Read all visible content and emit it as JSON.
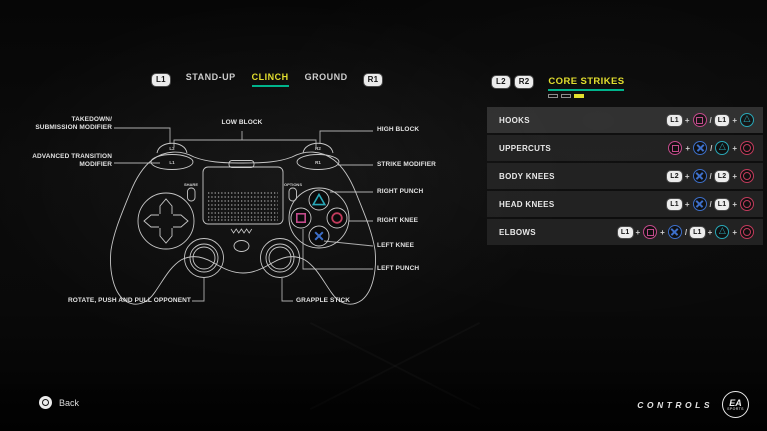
{
  "tabs": {
    "prev_hint": "L1",
    "next_hint": "R1",
    "items": [
      {
        "label": "STAND-UP",
        "active": false
      },
      {
        "label": "CLINCH",
        "active": true
      },
      {
        "label": "GROUND",
        "active": false
      }
    ]
  },
  "panel": {
    "prev_hint": "L2",
    "next_hint": "R2",
    "title": "CORE STRIKES",
    "pages": {
      "count": 3,
      "active_index": 2
    },
    "separators": {
      "plus": "+",
      "alt": "/"
    },
    "rows": [
      {
        "label": "HOOKS",
        "combo": [
          {
            "type": "pill",
            "label": "L1"
          },
          {
            "type": "plus"
          },
          {
            "type": "btn",
            "button": "square"
          },
          {
            "type": "slash"
          },
          {
            "type": "pill",
            "label": "L1"
          },
          {
            "type": "plus"
          },
          {
            "type": "btn",
            "button": "triangle"
          }
        ]
      },
      {
        "label": "UPPERCUTS",
        "combo": [
          {
            "type": "btn",
            "button": "square"
          },
          {
            "type": "plus"
          },
          {
            "type": "btn",
            "button": "cross"
          },
          {
            "type": "slash"
          },
          {
            "type": "btn",
            "button": "triangle"
          },
          {
            "type": "plus"
          },
          {
            "type": "btn",
            "button": "circle"
          }
        ]
      },
      {
        "label": "BODY KNEES",
        "combo": [
          {
            "type": "pill",
            "label": "L2"
          },
          {
            "type": "plus"
          },
          {
            "type": "btn",
            "button": "cross"
          },
          {
            "type": "slash"
          },
          {
            "type": "pill",
            "label": "L2"
          },
          {
            "type": "plus"
          },
          {
            "type": "btn",
            "button": "circle"
          }
        ]
      },
      {
        "label": "HEAD KNEES",
        "combo": [
          {
            "type": "pill",
            "label": "L1"
          },
          {
            "type": "plus"
          },
          {
            "type": "btn",
            "button": "cross"
          },
          {
            "type": "slash"
          },
          {
            "type": "pill",
            "label": "L1"
          },
          {
            "type": "plus"
          },
          {
            "type": "btn",
            "button": "circle"
          }
        ]
      },
      {
        "label": "ELBOWS",
        "combo": [
          {
            "type": "pill",
            "label": "L1"
          },
          {
            "type": "plus"
          },
          {
            "type": "btn",
            "button": "square"
          },
          {
            "type": "plus"
          },
          {
            "type": "btn",
            "button": "cross"
          },
          {
            "type": "slash"
          },
          {
            "type": "pill",
            "label": "L1"
          },
          {
            "type": "plus"
          },
          {
            "type": "btn",
            "button": "triangle"
          },
          {
            "type": "plus"
          },
          {
            "type": "btn",
            "button": "circle"
          }
        ]
      }
    ]
  },
  "diagram": {
    "labels": [
      {
        "id": "takedown",
        "lines": [
          "TAKEDOWN/",
          "SUBMISSION MODIFIER"
        ]
      },
      {
        "id": "advanced",
        "lines": [
          "ADVANCED TRANSITION",
          "MODIFIER"
        ]
      },
      {
        "id": "low_block",
        "lines": [
          "LOW BLOCK"
        ]
      },
      {
        "id": "high_block",
        "lines": [
          "HIGH BLOCK"
        ]
      },
      {
        "id": "strike_modifier",
        "lines": [
          "STRIKE MODIFIER"
        ]
      },
      {
        "id": "right_punch",
        "lines": [
          "RIGHT PUNCH"
        ]
      },
      {
        "id": "right_knee",
        "lines": [
          "RIGHT KNEE"
        ]
      },
      {
        "id": "left_knee",
        "lines": [
          "LEFT KNEE"
        ]
      },
      {
        "id": "left_punch",
        "lines": [
          "LEFT PUNCH"
        ]
      },
      {
        "id": "rotate",
        "lines": [
          "ROTATE, PUSH AND PULL OPPONENT"
        ]
      },
      {
        "id": "grapple",
        "lines": [
          "GRAPPLE STICK"
        ]
      }
    ],
    "controller": {
      "l2": "L2",
      "l1": "L1",
      "r2": "R2",
      "r1": "R1",
      "share": "SHARE",
      "options": "OPTIONS"
    }
  },
  "footer": {
    "back_label": "Back",
    "controls_label": "CONTROLS",
    "brand": {
      "line1": "EA",
      "line2": "SPORTS"
    }
  },
  "colors": {
    "accent_yellow": "#e3df2e",
    "accent_teal": "#00b48c",
    "btn_triangle": "#29a8b8",
    "btn_circle": "#c13b5c",
    "btn_cross": "#3d6fc9",
    "btn_square": "#c34b8b"
  }
}
